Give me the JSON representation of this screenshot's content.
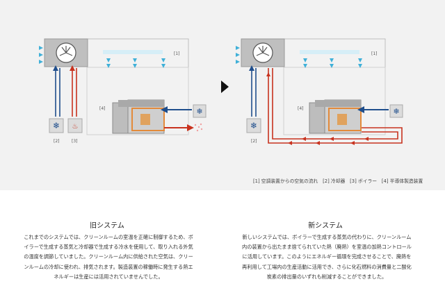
{
  "legend": "[1] 空調装置からの空気の流れ　[2] 冷却器　[3] ボイラー　[4] 半導体製造装置",
  "diagram_labels": {
    "old": {
      "l1": "[1]",
      "l2": "[2]",
      "l3": "[3]",
      "l4": "[4]"
    },
    "new": {
      "l1": "[1]",
      "l2": "[2]",
      "l4": "[4]"
    }
  },
  "old_system": {
    "title": "旧システム",
    "body": [
      "これまでのシステムでは、クリーンルームの室温を正確に制御するため、ボ",
      "イラーで生成する蒸気と冷却器で生成する冷水を使用して、取り入れる外気",
      "の温度を調節していました。クリーンルーム内に供給された空気は、クリー",
      "ンルームの冷却に使われ、排気されます。製造装置の稼働時に発生する熱エ",
      "ネルギーは生産には活用されていませんでした。"
    ]
  },
  "new_system": {
    "title": "新システム",
    "body": [
      "新しいシステムでは、ボイラーで生成する蒸気の代わりに、クリーンルーム",
      "内の装置から出たまま捨てられていた熱（廃熱）を室温の加熱コントロール",
      "に活用しています。このようにエネルギー循環を完成させることで、廃熱を",
      "再利用して工場内の生産活動に活用でき、さらに化石燃料の消費量と二酸化",
      "炭素の排出量のいずれも削減することができました。"
    ]
  },
  "colors": {
    "blue": "#1f4e8c",
    "red": "#c8321e",
    "cyan": "#3fb0d8",
    "grey": "#8a8a8a"
  }
}
